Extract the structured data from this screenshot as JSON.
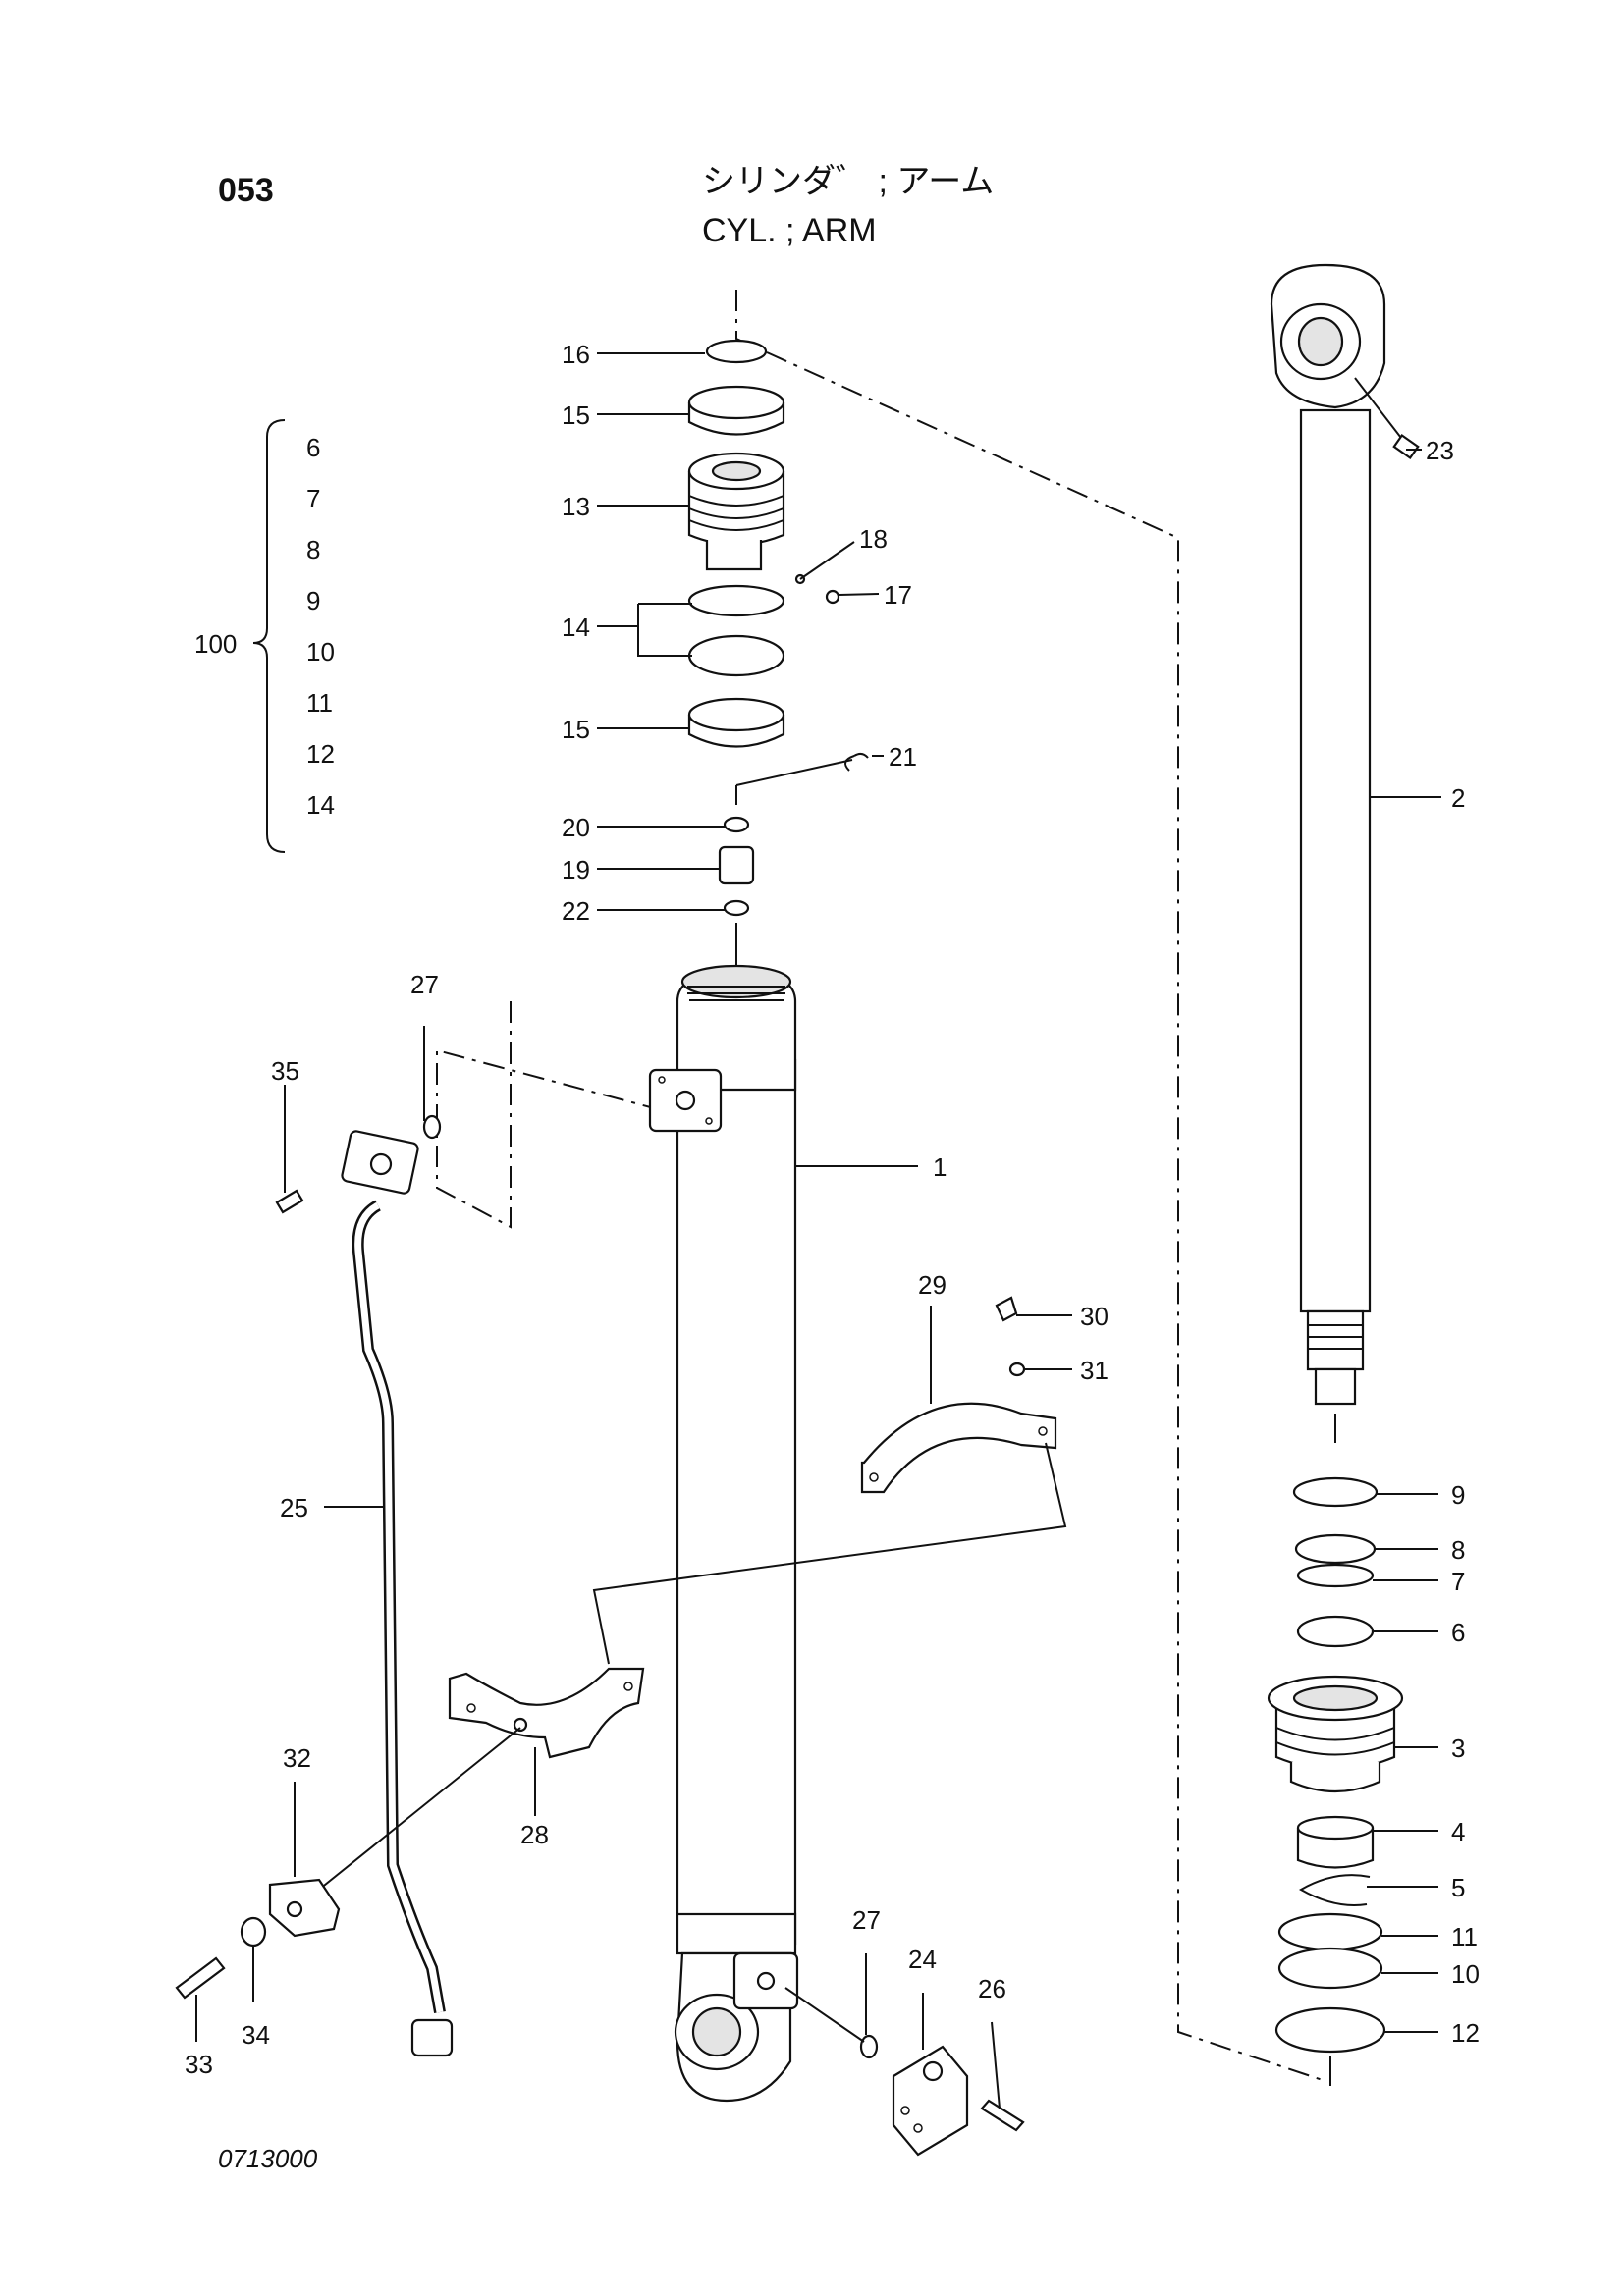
{
  "header": {
    "page_number": "053",
    "title_jp": "シリンダ゛ ; アーム",
    "title_en": "CYL. ; ARM"
  },
  "footer": {
    "drawing_code": "0713000"
  },
  "callouts": {
    "p1": "1",
    "p2": "2",
    "p3": "3",
    "p4": "4",
    "p5": "5",
    "p6": "6",
    "p7": "7",
    "p8": "8",
    "p9": "9",
    "p10": "10",
    "p11": "11",
    "p12": "12",
    "p13": "13",
    "p14": "14",
    "p15a": "15",
    "p15b": "15",
    "p16": "16",
    "p17": "17",
    "p18": "18",
    "p19": "19",
    "p20": "20",
    "p21": "21",
    "p22": "22",
    "p23": "23",
    "p24": "24",
    "p25": "25",
    "p26": "26",
    "p27a": "27",
    "p27b": "27",
    "p28": "28",
    "p29": "29",
    "p30": "30",
    "p31": "31",
    "p32": "32",
    "p33": "33",
    "p34": "34",
    "p35": "35"
  },
  "kit": {
    "label": "100",
    "items": [
      "6",
      "7",
      "8",
      "9",
      "10",
      "11",
      "12",
      "14"
    ]
  }
}
